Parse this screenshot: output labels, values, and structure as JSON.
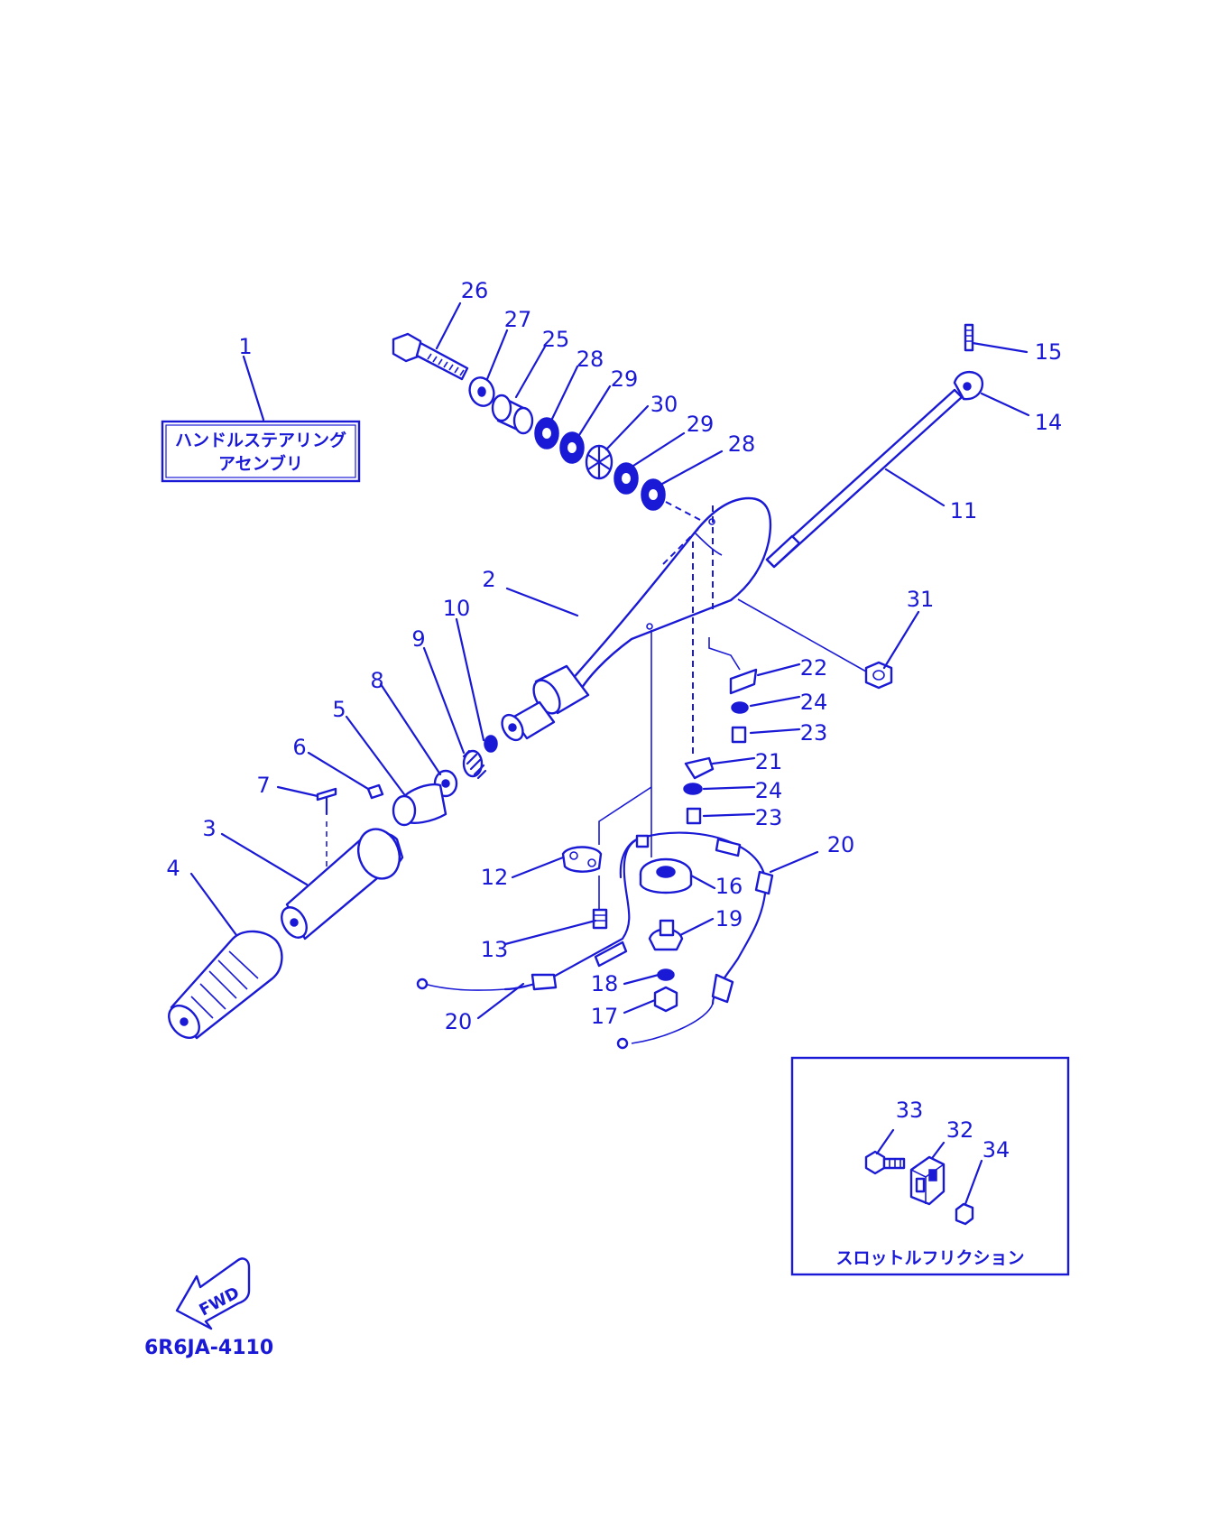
{
  "diagram_code": "6R6JA-4110",
  "title_box": {
    "line1": "ハンドルステアリング",
    "line2": "アセンブリ"
  },
  "inset_caption": "スロットルフリクション",
  "fwd_label": "FWD",
  "callouts": {
    "c1": "1",
    "c2": "2",
    "c3": "3",
    "c4": "4",
    "c5": "5",
    "c6": "6",
    "c7": "7",
    "c8": "8",
    "c9": "9",
    "c10": "10",
    "c11": "11",
    "c12": "12",
    "c13": "13",
    "c14": "14",
    "c15": "15",
    "c16": "16",
    "c17": "17",
    "c18": "18",
    "c19": "19",
    "c20a": "20",
    "c20b": "20",
    "c21": "21",
    "c22": "22",
    "c23a": "23",
    "c23b": "23",
    "c24a": "24",
    "c24b": "24",
    "c25": "25",
    "c26": "26",
    "c27": "27",
    "c28a": "28",
    "c28b": "28",
    "c29a": "29",
    "c29b": "29",
    "c30": "30",
    "c31": "31",
    "c32": "32",
    "c33": "33",
    "c34": "34"
  },
  "colors": {
    "ink": "#1a1ad6",
    "paper": "#ffffff"
  }
}
